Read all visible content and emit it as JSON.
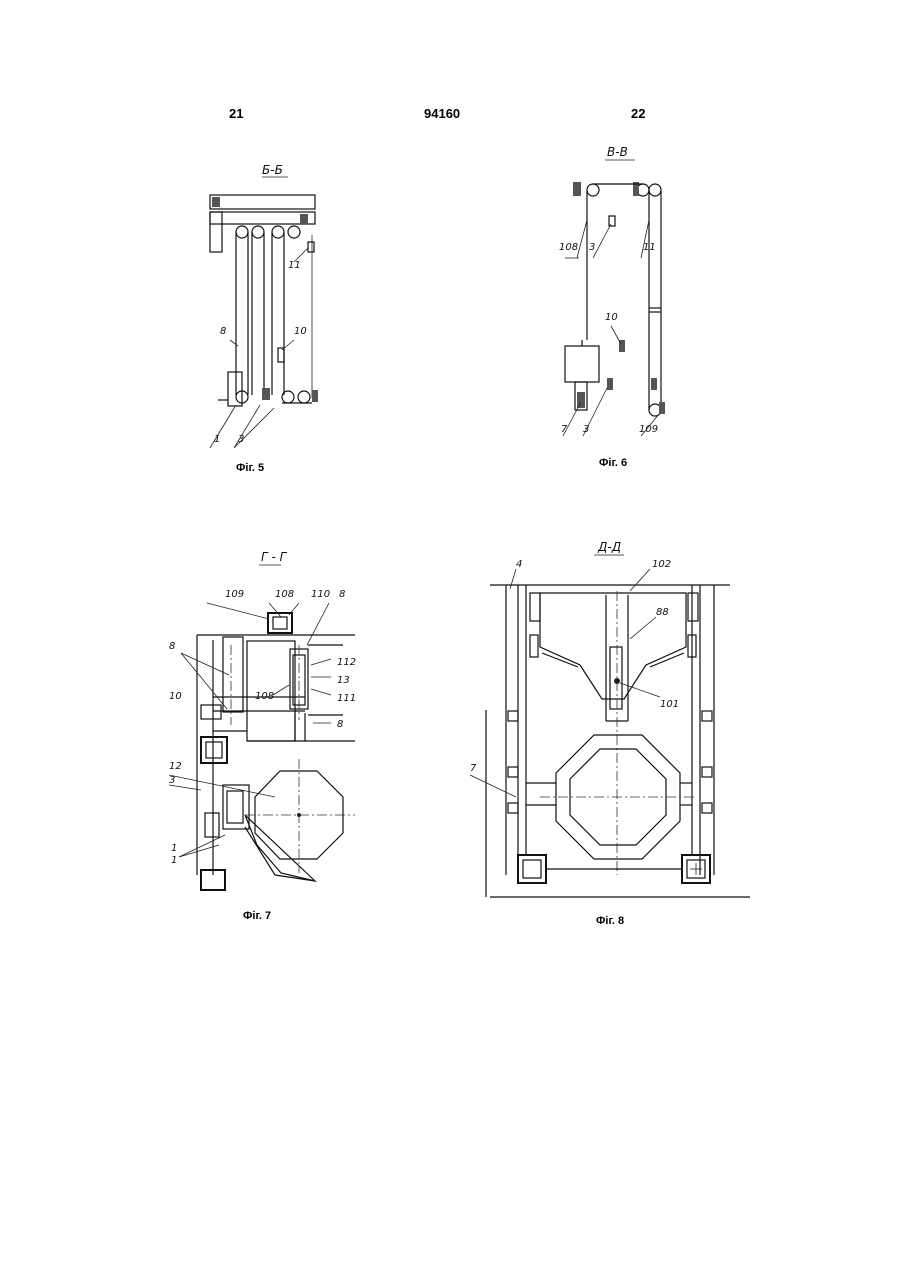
{
  "header": {
    "left": "21",
    "center": "94160",
    "right": "22"
  },
  "figures": [
    {
      "section": "Б-Б",
      "caption": "Фіг. 5",
      "labels": [
        "11",
        "10",
        "8",
        "1",
        "3"
      ]
    },
    {
      "section": "В-В",
      "caption": "Фіг. 6",
      "labels": [
        "108",
        "3",
        "11",
        "10",
        "3",
        "7",
        "109"
      ]
    },
    {
      "section": "Г - Г",
      "caption": "Фіг. 7",
      "labels": [
        "109",
        "108",
        "110",
        "8",
        "8",
        "112",
        "13",
        "108",
        "111",
        "10",
        "8",
        "12",
        "3",
        "1",
        "1"
      ]
    },
    {
      "section": "Д-Д",
      "caption": "Фіг. 8",
      "labels": [
        "4",
        "102",
        "88",
        "101",
        "7"
      ]
    }
  ]
}
